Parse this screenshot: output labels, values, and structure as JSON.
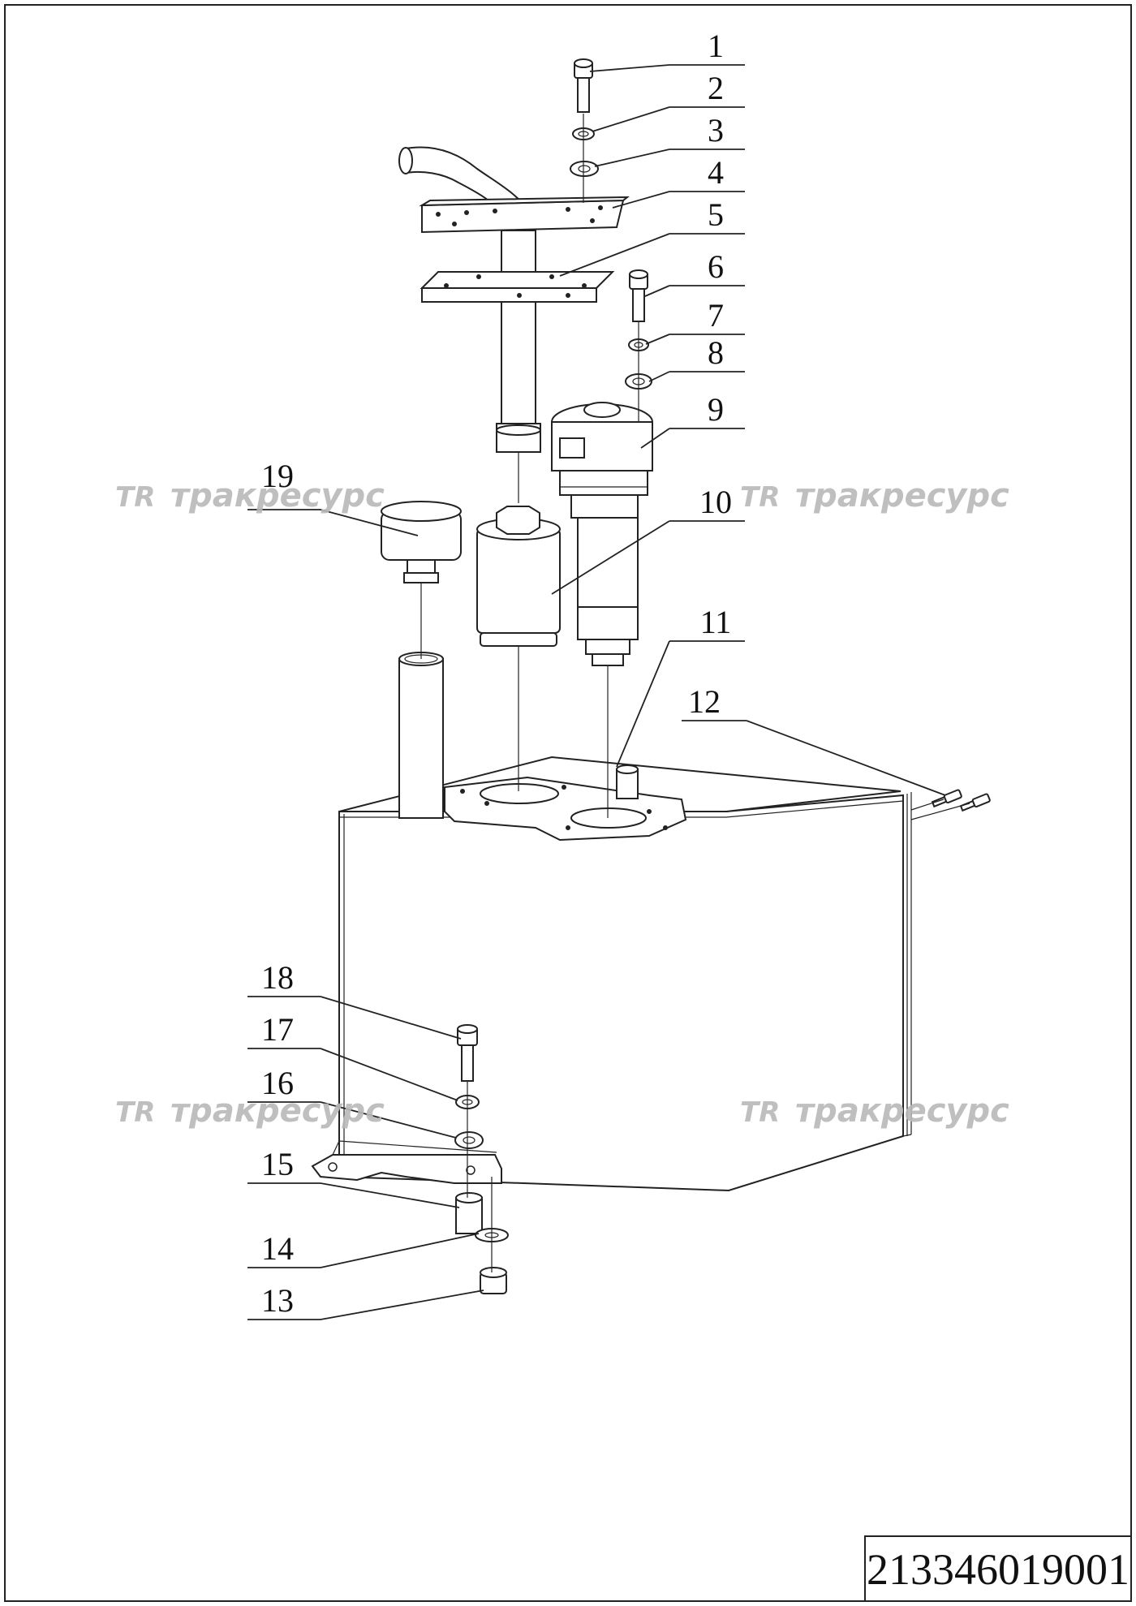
{
  "drawing_code": "213346019001",
  "watermark": {
    "logo": "TR",
    "text": "тракресурс"
  },
  "callouts": [
    {
      "number": "1"
    },
    {
      "number": "2"
    },
    {
      "number": "3"
    },
    {
      "number": "4"
    },
    {
      "number": "5"
    },
    {
      "number": "6"
    },
    {
      "number": "7"
    },
    {
      "number": "8"
    },
    {
      "number": "9"
    },
    {
      "number": "10"
    },
    {
      "number": "11"
    },
    {
      "number": "12"
    },
    {
      "number": "13"
    },
    {
      "number": "14"
    },
    {
      "number": "15"
    },
    {
      "number": "16"
    },
    {
      "number": "17"
    },
    {
      "number": "18"
    },
    {
      "number": "19"
    }
  ]
}
